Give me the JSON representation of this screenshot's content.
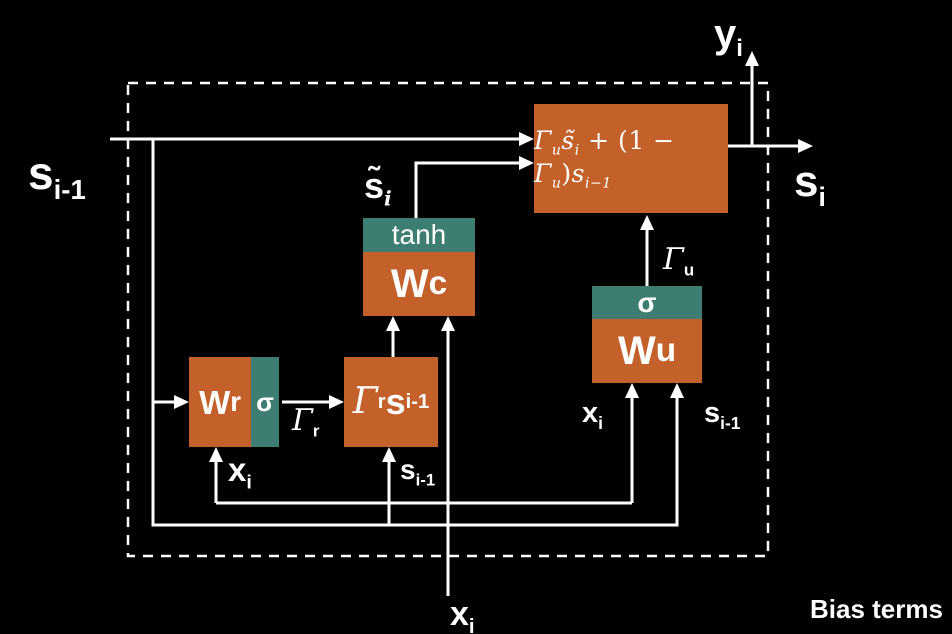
{
  "colors": {
    "background": "#000000",
    "box_orange": "#C4612A",
    "box_teal": "#3E7D71",
    "line_white": "#FFFFFF"
  },
  "boxes": {
    "update_combine": {
      "formula": [
        {
          "t": "Γ",
          "it": true
        },
        {
          "t": "u",
          "sub": true,
          "it": true
        },
        {
          "t": "s̃",
          "it": true
        },
        {
          "t": "i",
          "sub": true,
          "it": true
        },
        {
          "t": " + (1 − "
        },
        {
          "t": "Γ",
          "it": true
        },
        {
          "t": "u",
          "sub": true,
          "it": true
        },
        {
          "t": ")"
        },
        {
          "t": "s",
          "it": true
        },
        {
          "t": "i−1",
          "sub": true,
          "it": true
        }
      ]
    },
    "candidate": {
      "activation": "tanh",
      "weight": {
        "base": "W",
        "sub": "c"
      }
    },
    "update_gate": {
      "activation": "σ",
      "weight": {
        "base": "W",
        "sub": "u"
      }
    },
    "reset_gate": {
      "weight": {
        "base": "W",
        "sub": "r"
      },
      "activation": "σ"
    },
    "reset_apply": {
      "label": [
        {
          "t": "Γ",
          "it": true
        },
        {
          "t": "r",
          "sub": true,
          "sans": true
        },
        {
          "t": "s",
          "sans": true
        },
        {
          "t": "i-1",
          "sub": true,
          "sans": true
        }
      ]
    }
  },
  "labels": {
    "s_prev_main": {
      "base": "s",
      "sub": "i-1"
    },
    "y_out": {
      "base": "y",
      "sub": "i"
    },
    "s_out": {
      "base": "s",
      "sub": "i"
    },
    "s_tilde": [
      {
        "t": "s̃",
        "sans": true
      },
      {
        "t": "i",
        "sub": true,
        "it": true
      }
    ],
    "gamma_r": [
      {
        "t": "Γ",
        "it": true
      },
      {
        "t": "r",
        "sub": true,
        "sans": true
      }
    ],
    "gamma_u": [
      {
        "t": "Γ",
        "it": true
      },
      {
        "t": "u",
        "sub": true,
        "sans": true
      }
    ],
    "x_wr": {
      "base": "x",
      "sub": "i"
    },
    "s_prev_gr": {
      "base": "s",
      "sub": "i-1"
    },
    "x_wu": {
      "base": "x",
      "sub": "i"
    },
    "s_prev_wu": {
      "base": "s",
      "sub": "i-1"
    },
    "x_bottom": {
      "base": "x",
      "sub": "i"
    },
    "bias_note": "Bias terms"
  }
}
